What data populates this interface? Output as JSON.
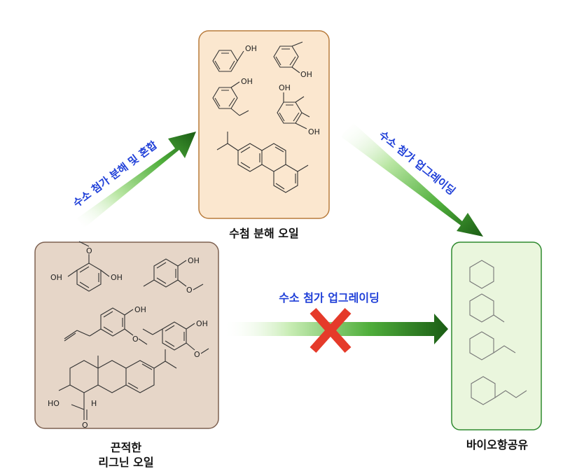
{
  "nodes": {
    "oil": {
      "label": "수첨 분해 오일",
      "fill": "#fbe7cf",
      "stroke": "#b87b3c",
      "molecules": [
        "phenol-molecule-icon",
        "o-cresol-molecule-icon",
        "2-ethylphenol-molecule-icon",
        "methylbenzenediol-molecule-icon",
        "retene-molecule-icon"
      ],
      "labels": {
        "oh1": "OH",
        "oh2": "OH",
        "oh3": "OH",
        "oh4": "OH",
        "oh5": "OH"
      }
    },
    "lignin": {
      "label_line1": "끈적한",
      "label_line2": "리그닌 오일",
      "fill": "#e6d6c8",
      "stroke": "#7d6050",
      "molecules": [
        "syringol-molecule-icon",
        "methylguaiacol-molecule-icon",
        "eugenol-molecule-icon",
        "propylguaiacol-molecule-icon",
        "dehydroabietic-acid-molecule-icon"
      ],
      "labels": {
        "oh1": "OH",
        "oh2": "OH",
        "oh3": "OH",
        "oh4": "OH",
        "oh5": "OH",
        "o1": "O",
        "o2": "O",
        "o3": "O",
        "o4": "O",
        "ho": "HO",
        "o5": "O",
        "h": "H"
      }
    },
    "aromatic": {
      "label": "바이오항공유",
      "fill": "#eaf6dd",
      "stroke": "#2f8a2f",
      "molecules": [
        "cyclohexane-molecule-icon",
        "methylcyclohexane-molecule-icon",
        "ethylcyclohexane-molecule-icon",
        "propylcyclohexane-molecule-icon"
      ]
    }
  },
  "arrows": {
    "to_oil": {
      "label": "수소 첨가 분해 및 혼합",
      "color": "#1a5c14"
    },
    "to_aromatic": {
      "label": "수소 첨가 업그레이딩",
      "color": "#1a5c14"
    },
    "direct": {
      "label": "수소 첨가 업그레이딩",
      "color": "#1a5c14",
      "blocked": true,
      "blocked_color": "#e53a2a"
    }
  },
  "colors": {
    "arrow_label": "#1f3fd8"
  }
}
